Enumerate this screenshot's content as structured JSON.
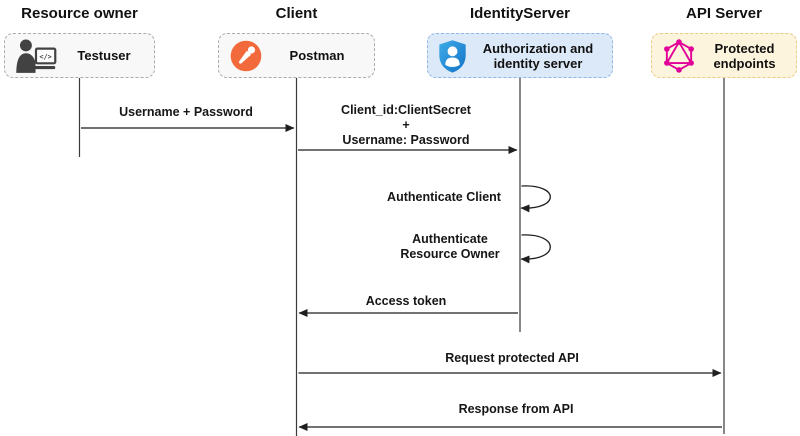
{
  "diagram": {
    "actors": [
      {
        "title": "Resource owner",
        "label": "Testuser",
        "icon": "developer-at-computer-icon",
        "icon_glyph": "</>"
      },
      {
        "title": "Client",
        "label": "Postman",
        "icon": "postman-icon"
      },
      {
        "title": "IdentityServer",
        "label": "Authorization and identity server",
        "icon": "shield-user-icon"
      },
      {
        "title": "API Server",
        "label": "Protected endpoints",
        "icon": "graphql-icon"
      }
    ],
    "messages": [
      {
        "from": "Testuser",
        "to": "Postman",
        "arrow": "right",
        "label": "Username + Password"
      },
      {
        "from": "Postman",
        "to": "Authorization and identity server",
        "arrow": "right",
        "lines": [
          "Client_id:ClientSecret",
          "+",
          "Username: Password"
        ]
      },
      {
        "from": "Authorization and identity server",
        "to": "Authorization and identity server",
        "arrow": "self",
        "label": "Authenticate Client"
      },
      {
        "from": "Authorization and identity server",
        "to": "Authorization and identity server",
        "arrow": "self",
        "lines": [
          "Authenticate",
          "Resource Owner"
        ]
      },
      {
        "from": "Authorization and identity server",
        "to": "Postman",
        "arrow": "left",
        "label": "Access token"
      },
      {
        "from": "Postman",
        "to": "Protected endpoints",
        "arrow": "right",
        "label": "Request protected API"
      },
      {
        "from": "Protected endpoints",
        "to": "Postman",
        "arrow": "left",
        "label": "Response from API"
      }
    ],
    "colors": {
      "postman_orange": "#F26A3C",
      "shield_blue_top": "#3FACE9",
      "shield_blue_bottom": "#1273C6",
      "graphql_pink": "#E10098",
      "identity_box_bg": "#DCE9F9",
      "identity_box_border": "#90B6E4",
      "api_box_bg": "#FCF4DC",
      "api_box_border": "#E9CD86",
      "neutral_box_bg": "#F8F8F8",
      "neutral_box_border": "#ABABAB",
      "person_gray": "#424242",
      "line": "#1F1F1F"
    }
  }
}
